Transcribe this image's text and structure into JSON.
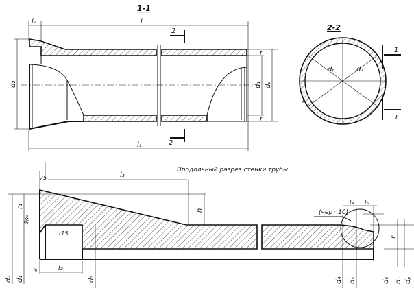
{
  "section_1_1": {
    "title": "1-1",
    "labels": {
      "l2": "l₂",
      "l": "l",
      "l1": "l₁",
      "d2": "d₂",
      "d1": "d₁",
      "dp": "dₚ",
      "r_top": "r",
      "r_bot": "r",
      "cut_top": "2",
      "cut_bottom": "2"
    }
  },
  "section_2_2": {
    "title": "2-2",
    "labels": {
      "dp": "dₚ",
      "d1": "d₁",
      "r_right": "r",
      "r_left": "r",
      "cut_top": "1",
      "cut_bottom": "1"
    }
  },
  "wall_section": {
    "title": "Продольный разрез стенки трубы",
    "labels": {
      "d75": "75",
      "l3": "l₃",
      "h": "h",
      "r1": "r₁",
      "angle": "30°",
      "r15": "r15",
      "a": "a",
      "d2": "d₂",
      "d1_left": "d₁",
      "l2": "l₂",
      "d3_left": "d₃",
      "ref": "(черт.10)",
      "l4": "l₄",
      "l5": "l₅",
      "r": "r",
      "d4": "d₄",
      "d5": "d₅",
      "d6": "d₆",
      "d1_right": "d₁",
      "dp": "dₚ"
    }
  }
}
